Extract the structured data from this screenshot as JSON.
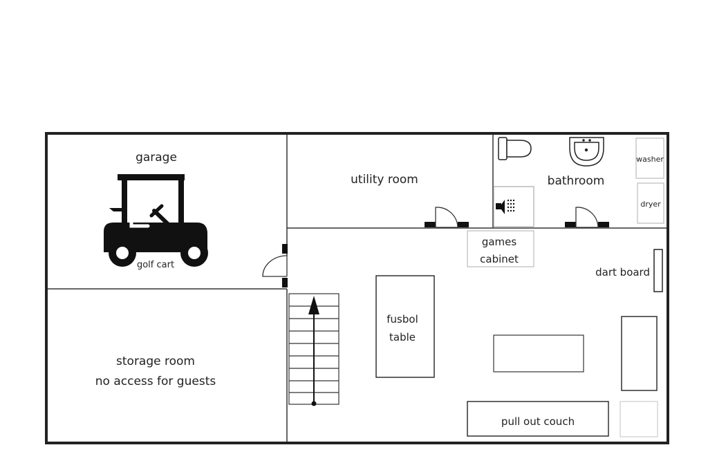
{
  "rooms": {
    "garage": "garage",
    "utility": "utility room",
    "bathroom": "bathroom",
    "storage_line1": "storage room",
    "storage_line2": "no access for guests"
  },
  "items": {
    "golf_cart": "golf cart",
    "washer": "washer",
    "dryer": "dryer",
    "games_line1": "games",
    "games_line2": "cabinet",
    "dart_board": "dart board",
    "fusbol_line1": "fusbol",
    "fusbol_line2": "table",
    "couch": "pull out couch"
  },
  "colors": {
    "wall": "#222222",
    "line": "#333333",
    "fixture": "#bbbbbb"
  }
}
